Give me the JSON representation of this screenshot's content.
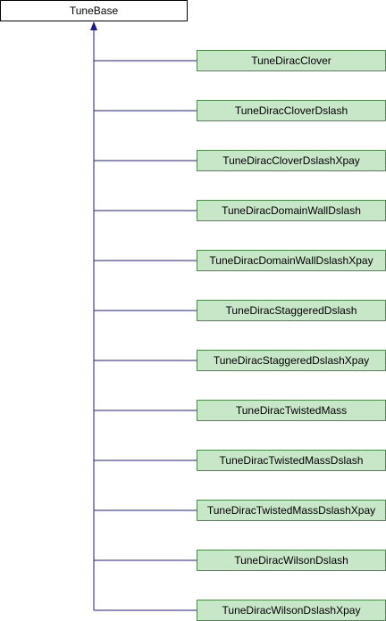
{
  "diagram": {
    "base": {
      "label": "TuneBase"
    },
    "children": [
      {
        "label": "TuneDiracClover"
      },
      {
        "label": "TuneDiracCloverDslash"
      },
      {
        "label": "TuneDiracCloverDslashXpay"
      },
      {
        "label": "TuneDiracDomainWallDslash"
      },
      {
        "label": "TuneDiracDomainWallDslashXpay"
      },
      {
        "label": "TuneDiracStaggeredDslash"
      },
      {
        "label": "TuneDiracStaggeredDslashXpay"
      },
      {
        "label": "TuneDiracTwistedMass"
      },
      {
        "label": "TuneDiracTwistedMassDslash"
      },
      {
        "label": "TuneDiracTwistedMassDslashXpay"
      },
      {
        "label": "TuneDiracWilsonDslash"
      },
      {
        "label": "TuneDiracWilsonDslashXpay"
      }
    ],
    "colors": {
      "base_fill": "#ffffff",
      "base_stroke": "#000000",
      "child_fill": "#c8e6c8",
      "child_stroke": "#4a8a4a",
      "edge": "#1a1aa0"
    }
  }
}
